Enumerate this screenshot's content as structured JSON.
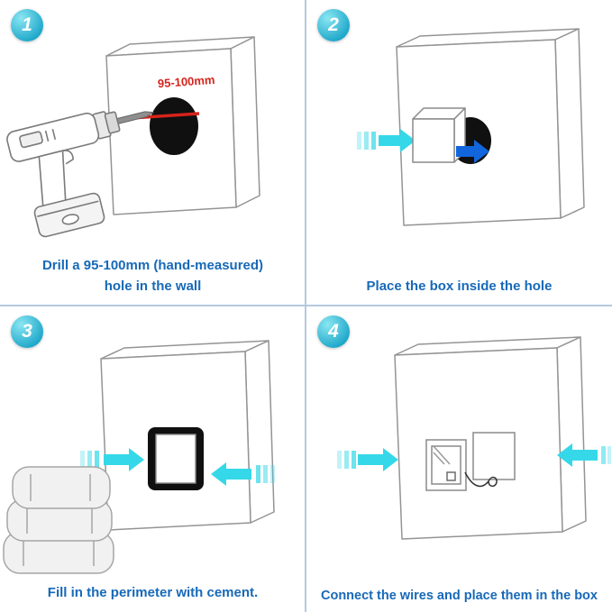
{
  "colors": {
    "badge_cyan": "#2fb9d6",
    "caption_blue": "#1769b8",
    "measure_red": "#d6231b",
    "arrow_cyan": "#35d8e8",
    "arrow_blue": "#1266dd",
    "divider_blue": "#b6c8de"
  },
  "steps": [
    {
      "number": "1",
      "caption_line1": "Drill a 95-100mm (hand-measured)",
      "caption_line2": "hole in the wall",
      "measurement_label": "95-100mm"
    },
    {
      "number": "2",
      "caption_line1": "Place the box inside the hole",
      "caption_line2": ""
    },
    {
      "number": "3",
      "caption_line1": "Fill in the perimeter with cement.",
      "caption_line2": ""
    },
    {
      "number": "4",
      "caption_line1": "Connect the wires and place them in the box",
      "caption_line2": ""
    }
  ]
}
